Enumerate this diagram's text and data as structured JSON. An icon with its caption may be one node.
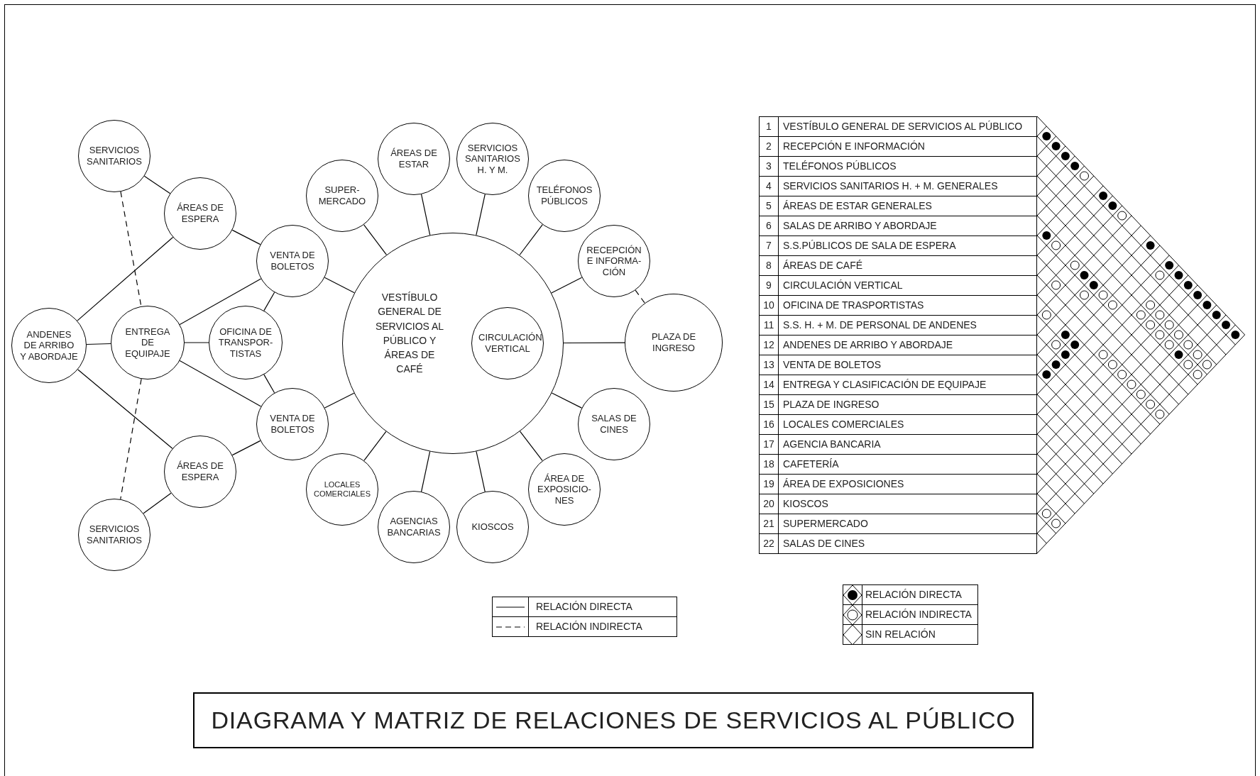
{
  "diagram": {
    "title": "DIAGRAMA Y MATRIZ DE RELACIONES DE SERVICIOS AL PÚBLICO",
    "nodes": [
      {
        "text": [
          "SERVICIOS SANITARIOS"
        ]
      },
      {
        "text": [
          "ÁREAS DE ESPERA"
        ]
      },
      {
        "text": [
          "VENTA DE BOLETOS"
        ]
      },
      {
        "text": [
          "ANDENES DE ARRIBO Y ABORDAJE"
        ]
      },
      {
        "text": [
          "ENTREGA DE EQUIPAJE"
        ]
      },
      {
        "text": [
          "OFICINA DE TRANSPOR- TISTAS"
        ]
      },
      {
        "text": [
          "VENTA DE BOLETOS"
        ]
      },
      {
        "text": [
          "ÁREAS DE ESPERA"
        ]
      },
      {
        "text": [
          "SERVICIOS SANITARIOS"
        ]
      },
      {
        "text": [
          "VESTÍBULO GENERAL DE SERVICIOS AL PÚBLICO Y ÁREAS DE CAFÉ"
        ]
      },
      {
        "text": [
          "CIRCULACIÓN VERTICAL"
        ],
        "in": 9
      },
      {
        "text": [
          "SUPER- MERCADO"
        ]
      },
      {
        "text": [
          "ÁREAS DE ESTAR"
        ]
      },
      {
        "text": [
          "SERVICIOS SANITARIOS H. Y M."
        ]
      },
      {
        "text": [
          "TELÉFONOS PÚBLICOS"
        ]
      },
      {
        "text": [
          "RECEPCIÓN E INFORMA- CIÓN"
        ]
      },
      {
        "text": [
          "PLAZA DE INGRESO"
        ]
      },
      {
        "text": [
          "SALAS DE CINES"
        ]
      },
      {
        "text": [
          "ÁREA DE EXPOSICIO- NES"
        ]
      },
      {
        "text": [
          "KIOSCOS"
        ]
      },
      {
        "text": [
          "AGENCIAS BANCARIAS"
        ]
      },
      {
        "text": [
          "LOCALES COMERCIALES"
        ]
      }
    ],
    "edges": [
      {
        "from": 0,
        "to": 1,
        "arrow": "none"
      },
      {
        "from": 1,
        "to": 2,
        "arrow": "none"
      },
      {
        "from": 3,
        "to": 1,
        "arrow": "none"
      },
      {
        "from": 0,
        "to": 4,
        "arrow": "none",
        "style": "dashed"
      },
      {
        "from": 3,
        "to": 4,
        "arrow": "none"
      },
      {
        "from": 4,
        "to": 5,
        "arrow": "none"
      },
      {
        "from": 4,
        "to": 2,
        "arrow": "none"
      },
      {
        "from": 4,
        "to": 6,
        "arrow": "none"
      },
      {
        "from": 3,
        "to": 7,
        "arrow": "none"
      },
      {
        "from": 7,
        "to": 6,
        "arrow": "none"
      },
      {
        "from": 7,
        "to": 8,
        "arrow": "none"
      },
      {
        "from": 4,
        "to": 8,
        "arrow": "none",
        "style": "dashed"
      },
      {
        "from": 2,
        "to": 5,
        "arrow": "none"
      },
      {
        "from": 5,
        "to": 6,
        "arrow": "none"
      },
      {
        "from": 2,
        "to": 9,
        "arrow": "none"
      },
      {
        "from": 6,
        "to": 9,
        "arrow": "none"
      },
      {
        "from": 11,
        "to": 9,
        "arrow": "none"
      },
      {
        "from": 12,
        "to": 9,
        "arrow": "none"
      },
      {
        "from": 13,
        "to": 9,
        "arrow": "none"
      },
      {
        "from": 14,
        "to": 9,
        "arrow": "none"
      },
      {
        "from": 15,
        "to": 9,
        "arrow": "none"
      },
      {
        "from": 16,
        "to": 9,
        "arrow": "none"
      },
      {
        "from": 17,
        "to": 9,
        "arrow": "none"
      },
      {
        "from": 18,
        "to": 9,
        "arrow": "none"
      },
      {
        "from": 19,
        "to": 9,
        "arrow": "none"
      },
      {
        "from": 20,
        "to": 9,
        "arrow": "none"
      },
      {
        "from": 21,
        "to": 9,
        "arrow": "none"
      },
      {
        "from": 15,
        "to": 16,
        "arrow": "none",
        "style": "dashed"
      }
    ],
    "labels": [
      "1",
      "VESTÍBULO GENERAL DE SERVICIOS AL PÚBLICO",
      "2",
      "RECEPCIÓN E INFORMACIÓN",
      "3",
      "TELÉFONOS PÚBLICOS",
      "4",
      "SERVICIOS SANITARIOS H. + M. GENERALES",
      "5",
      "ÁREAS DE ESTAR GENERALES",
      "6",
      "SALAS DE ARRIBO Y ABORDAJE",
      "7",
      "S.S.PÚBLICOS DE SALA DE ESPERA",
      "8",
      "ÁREAS DE CAFÉ",
      "9",
      "CIRCULACIÓN VERTICAL",
      "10",
      "OFICINA DE TRASPORTISTAS",
      "11",
      "S.S. H. + M. DE PERSONAL DE ANDENES",
      "12",
      "ANDENES DE ARRIBO Y ABORDAJE",
      "13",
      "VENTA DE BOLETOS",
      "14",
      "ENTREGA Y CLASIFICACIÓN DE EQUIPAJE",
      "15",
      "PLAZA DE INGRESO",
      "16",
      "LOCALES COMERCIALES",
      "17",
      "AGENCIA BANCARIA",
      "18",
      "CAFETERÍA",
      "19",
      "ÁREA DE EXPOSICIONES",
      "20",
      "KIOSCOS",
      "21",
      "SUPERMERCADO",
      "22",
      "SALAS DE CINES"
    ],
    "legend": [
      {
        "text": "RELACIÓN DIRECTA"
      },
      {
        "text": "RELACIÓN INDIRECTA"
      },
      {
        "text": "RELACIÓN DIRECTA"
      },
      {
        "text": "RELACIÓN INDIRECTA"
      },
      {
        "text": "SIN RELACIÓN"
      }
    ]
  }
}
